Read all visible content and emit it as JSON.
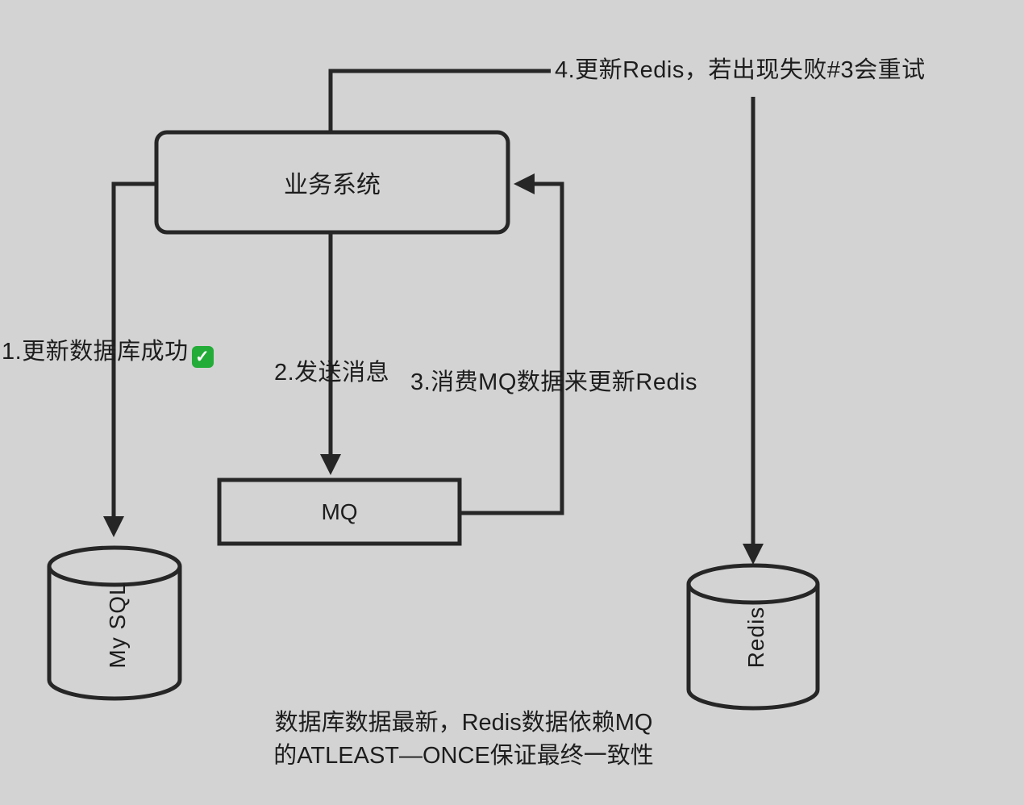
{
  "diagram": {
    "nodes": {
      "business_system": "业务系统",
      "mq": "MQ",
      "mysql": "My SQL",
      "redis": "Redis"
    },
    "labels": {
      "step1": "1.更新数据库成功",
      "step1_check_glyph": "✓",
      "step1_check_meaning": "✅",
      "step2": "2.发送消息",
      "step3": "3.消费MQ数据来更新Redis",
      "step4": "4.更新Redis，若出现失败#3会重试"
    },
    "caption": {
      "line1": "数据库数据最新，Redis数据依赖MQ",
      "line2": "的ATLEAST—ONCE保证最终一致性"
    },
    "colors": {
      "background": "#d3d3d3",
      "stroke": "#262626",
      "text": "#1d1d1d",
      "check_green": "#23ac38",
      "check_mark": "#ffffff"
    }
  }
}
